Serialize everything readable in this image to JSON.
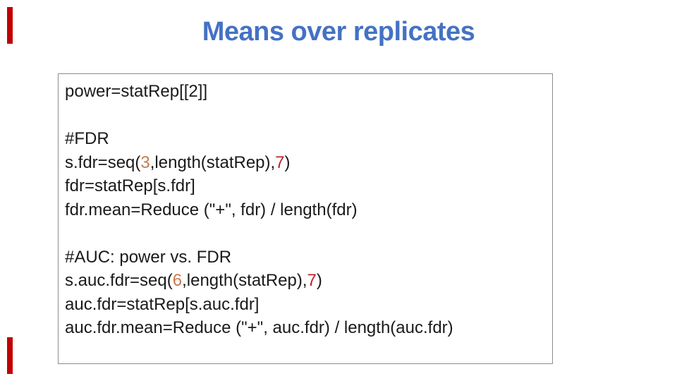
{
  "slide": {
    "title": "Means over replicates"
  },
  "colors": {
    "title": "#4472c4",
    "code_default": "#1a1a1a",
    "code_orange": "#c87a4e",
    "code_red": "#bf2228",
    "box_border": "#8c8c8c",
    "accent_bar": "#c00000"
  },
  "code_block": {
    "lines": [
      {
        "segments": [
          {
            "text": "power=statRep[[2]]",
            "color": "default"
          }
        ]
      },
      {
        "segments": []
      },
      {
        "segments": [
          {
            "text": "#FDR",
            "color": "default"
          }
        ]
      },
      {
        "segments": [
          {
            "text": "s.fdr=seq(",
            "color": "default"
          },
          {
            "text": "3",
            "color": "orange"
          },
          {
            "text": ",length(statRep),",
            "color": "default"
          },
          {
            "text": "7",
            "color": "red"
          },
          {
            "text": ")",
            "color": "default"
          }
        ]
      },
      {
        "segments": [
          {
            "text": "fdr=statRep[s.fdr]",
            "color": "default"
          }
        ]
      },
      {
        "segments": [
          {
            "text": "fdr.mean=Reduce (\"+\", fdr) / length(fdr)",
            "color": "default"
          }
        ]
      },
      {
        "segments": []
      },
      {
        "segments": [
          {
            "text": "#AUC: power vs. FDR",
            "color": "default"
          }
        ]
      },
      {
        "segments": [
          {
            "text": "s.auc.fdr=seq(",
            "color": "default"
          },
          {
            "text": "6",
            "color": "orange"
          },
          {
            "text": ",length(statRep),",
            "color": "default"
          },
          {
            "text": "7",
            "color": "red"
          },
          {
            "text": ")",
            "color": "default"
          }
        ]
      },
      {
        "segments": [
          {
            "text": "auc.fdr=statRep[s.auc.fdr]",
            "color": "default"
          }
        ]
      },
      {
        "segments": [
          {
            "text": "auc.fdr.mean=Reduce (\"+\", auc.fdr) / length(auc.fdr)",
            "color": "default"
          }
        ]
      }
    ]
  }
}
